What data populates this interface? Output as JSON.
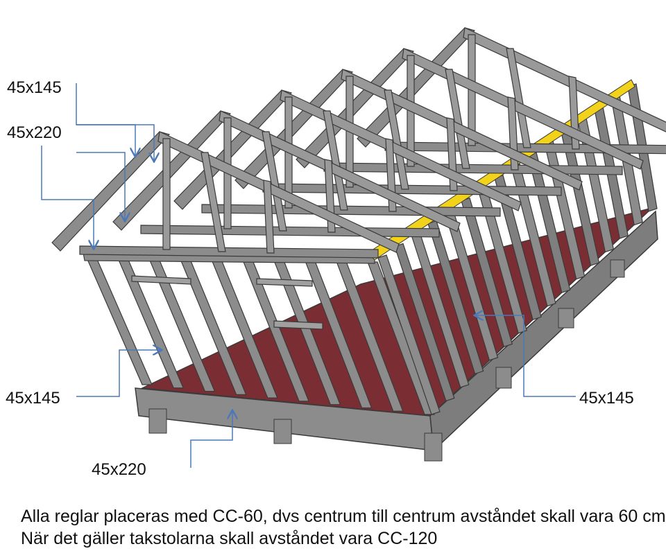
{
  "labels": {
    "top_upper": "45x145",
    "top_lower": "45x220",
    "left_wall": "45x145",
    "right_wall": "45x145",
    "floor_beam": "45x220"
  },
  "caption": {
    "line1": "Alla reglar placeras med CC-60, dvs centrum till centrum avståndet skall vara 60 cm.",
    "line2": "När det gäller takstolarna skall avståndet vara CC-120"
  },
  "colors": {
    "timber": "#8c8c8c",
    "timber_edge": "#3a3a3a",
    "floor": "#7a2e33",
    "accent_beam": "#f2d21b",
    "arrow": "#4a78b8"
  }
}
